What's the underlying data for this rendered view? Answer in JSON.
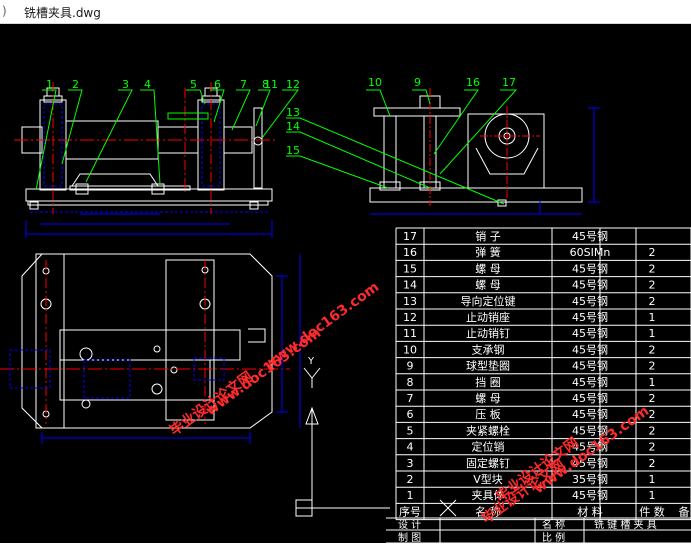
{
  "window": {
    "title": "铣槽夹具.dwg",
    "left_glyph": ")"
  },
  "colors": {
    "background": "#000000",
    "part_outline": "#ffffff",
    "leader": "#00ff00",
    "center_line": "#ff0000",
    "hidden_line": "#0000ff",
    "dimension": "#0000ff",
    "table_text": "#ffffff",
    "watermark": "#ff2a2a"
  },
  "balloons": {
    "front": [
      "1",
      "2",
      "3",
      "4",
      "5",
      "6",
      "7",
      "8",
      "11",
      "12"
    ],
    "side_top": [
      "10",
      "9",
      "16",
      "17"
    ],
    "side_left": [
      "13",
      "14",
      "15"
    ]
  },
  "parts_list": {
    "rows": [
      {
        "no": "17",
        "name": "销 子",
        "material": "45号钢",
        "qty": ""
      },
      {
        "no": "16",
        "name": "弹 簧",
        "material": "60SIMn",
        "qty": "2"
      },
      {
        "no": "15",
        "name": "螺 母",
        "material": "45号钢",
        "qty": "2"
      },
      {
        "no": "14",
        "name": "螺 母",
        "material": "45号钢",
        "qty": "2"
      },
      {
        "no": "13",
        "name": "导向定位键",
        "material": "45号钢",
        "qty": "2"
      },
      {
        "no": "12",
        "name": "止动销座",
        "material": "45号钢",
        "qty": "1"
      },
      {
        "no": "11",
        "name": "止动销钉",
        "material": "45号钢",
        "qty": "1"
      },
      {
        "no": "10",
        "name": "支承钢",
        "material": "45号钢",
        "qty": "2"
      },
      {
        "no": "9",
        "name": "球型垫圈",
        "material": "45号钢",
        "qty": "2"
      },
      {
        "no": "8",
        "name": "挡 圈",
        "material": "45号钢",
        "qty": "1"
      },
      {
        "no": "7",
        "name": "螺 母",
        "material": "45号钢",
        "qty": "2"
      },
      {
        "no": "6",
        "name": "压 板",
        "material": "45号钢",
        "qty": "2"
      },
      {
        "no": "5",
        "name": "夹紧螺栓",
        "material": "45号钢",
        "qty": "2"
      },
      {
        "no": "4",
        "name": "定位销",
        "material": "45号钢",
        "qty": "2"
      },
      {
        "no": "3",
        "name": "固定螺钉",
        "material": "45号钢",
        "qty": "2"
      },
      {
        "no": "2",
        "name": "V型块",
        "material": "35号钢",
        "qty": "1"
      },
      {
        "no": "1",
        "name": "夹具体",
        "material": "45号钢",
        "qty": "1"
      }
    ],
    "header": {
      "no": "序号",
      "name": "名 称",
      "material": "材 料",
      "qty": "件 数",
      "remark": "备"
    }
  },
  "title_block": {
    "design": "设 计",
    "drafting": "制 图",
    "name_label": "名 称",
    "scale_label": "比 例",
    "drawing_name": "铣 键 槽 夹 具"
  },
  "watermarks": {
    "site_a": "www.doc163.com",
    "site_b": "www.doc163.com",
    "site_c": "www.doc163.com",
    "text_a": "毕业设计论文网",
    "text_b": "毕业设计论文网",
    "text_c": "毕业设计论文网"
  },
  "ucs": {
    "y_label": "Y"
  }
}
